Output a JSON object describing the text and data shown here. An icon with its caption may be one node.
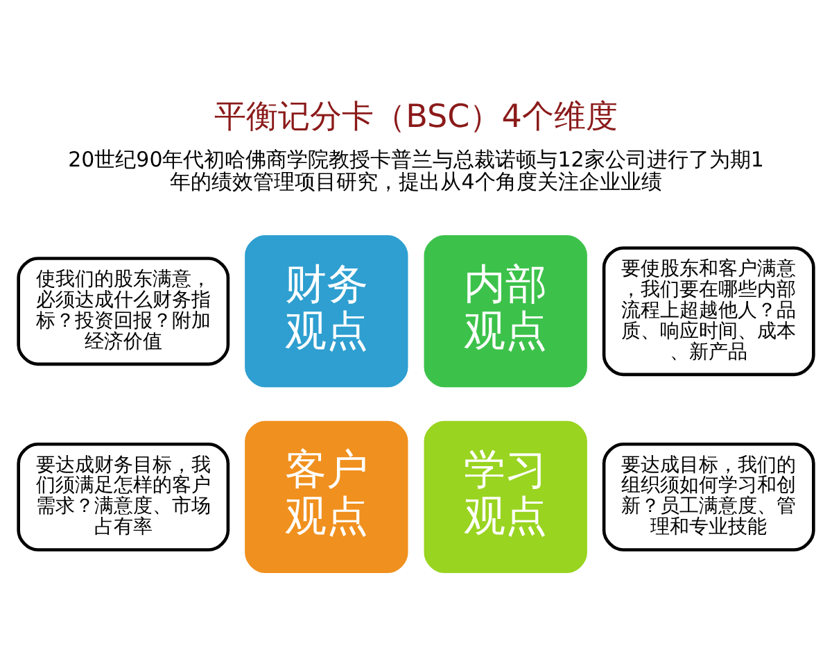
{
  "diagram": {
    "title": "平衡记分卡（BSC）4个维度",
    "nodes": [
      {
        "text": [
          "使我们的股东满意，必须达成什么财务指标？投资回报？附加经济价值"
        ]
      },
      {
        "text": [
          "财务观点"
        ]
      },
      {
        "text": [
          "内部观点"
        ]
      },
      {
        "text": [
          "要使股东和客户满意，我们要在哪些内部流程上超越他人？品质、响应时间、成本、新产品"
        ]
      },
      {
        "text": [
          "要达成财务目标，我们须满足怎样的客户需求？满意度、市场占有率"
        ]
      },
      {
        "text": [
          "客户观点"
        ]
      },
      {
        "text": [
          "学习观点"
        ]
      },
      {
        "text": [
          "要达成目标，我们的组织须如何学习和创新？员工满意度、管理和专业技能"
        ]
      }
    ],
    "edges": [],
    "labels": [
      "20世纪90年代初哈佛商学院教授卡普兰与总裁诺顿与12家公司进行了为期1年的绩效管理项目研究，提出从4个角度关注企业业绩"
    ]
  }
}
